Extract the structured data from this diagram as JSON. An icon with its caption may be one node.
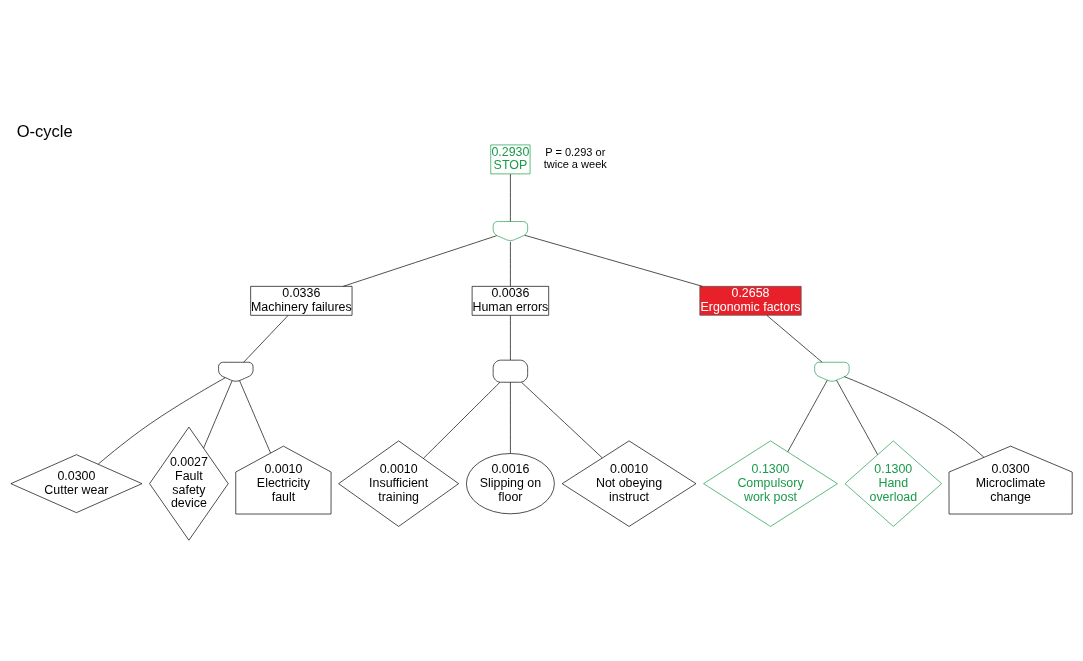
{
  "diagram": {
    "title": "O-cycle",
    "nodes": [
      {
        "text": [
          "0.2930",
          "STOP"
        ]
      },
      {
        "text": [],
        "shape": "or-gate"
      },
      {
        "text": [
          "0.0336",
          "Machinery failures"
        ]
      },
      {
        "text": [
          "0.0036",
          "Human errors"
        ]
      },
      {
        "text": [
          "0.2658",
          "Ergonomic factors"
        ]
      },
      {
        "text": [],
        "shape": "or-gate"
      },
      {
        "text": [
          "0.0300",
          "Cutter wear"
        ]
      },
      {
        "text": [
          "0.0027",
          "Fault safety device"
        ]
      },
      {
        "text": [
          "0.0010",
          "Electricity fault"
        ]
      },
      {
        "text": [],
        "shape": "and-gate"
      },
      {
        "text": [
          "0.0010",
          "Insufficient training"
        ]
      },
      {
        "text": [
          "0.0016",
          "Slipping on floor"
        ]
      },
      {
        "text": [
          "0.0010",
          "Not obeying instruct"
        ]
      },
      {
        "text": [],
        "shape": "or-gate"
      },
      {
        "text": [
          "0.1300",
          "Compulsory work post"
        ]
      },
      {
        "text": [
          "0.1300",
          "Hand overload"
        ]
      },
      {
        "text": [
          "0.0300",
          "Microclimate change"
        ]
      }
    ],
    "edges": [
      {
        "from": 0,
        "to": 1,
        "arrow": "none"
      },
      {
        "from": 1,
        "to": 2,
        "arrow": "none"
      },
      {
        "from": 1,
        "to": 3,
        "arrow": "none"
      },
      {
        "from": 1,
        "to": 4,
        "arrow": "none"
      },
      {
        "from": 2,
        "to": 5,
        "arrow": "none"
      },
      {
        "from": 5,
        "to": 6,
        "arrow": "none"
      },
      {
        "from": 5,
        "to": 7,
        "arrow": "none"
      },
      {
        "from": 5,
        "to": 8,
        "arrow": "none"
      },
      {
        "from": 3,
        "to": 9,
        "arrow": "none"
      },
      {
        "from": 9,
        "to": 10,
        "arrow": "none"
      },
      {
        "from": 9,
        "to": 11,
        "arrow": "none"
      },
      {
        "from": 9,
        "to": 12,
        "arrow": "none"
      },
      {
        "from": 4,
        "to": 13,
        "arrow": "none"
      },
      {
        "from": 13,
        "to": 14,
        "arrow": "none"
      },
      {
        "from": 13,
        "to": 15,
        "arrow": "none"
      },
      {
        "from": 13,
        "to": 16,
        "arrow": "none"
      }
    ],
    "labels": [
      "P = 0.293 or twice a week"
    ]
  }
}
